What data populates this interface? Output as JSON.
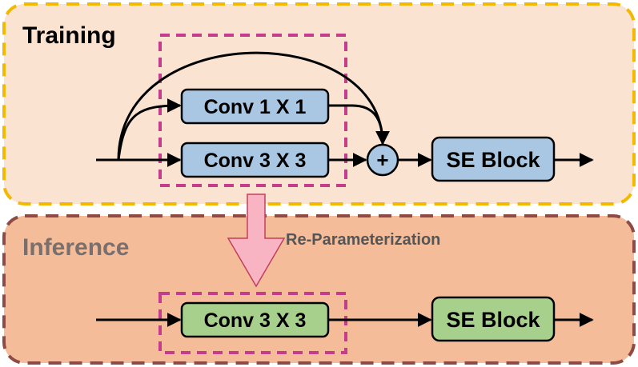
{
  "training": {
    "title": "Training",
    "conv1": "Conv 1 X 1",
    "conv3": "Conv 3 X 3",
    "add_symbol": "+",
    "se_block": "SE Block"
  },
  "transition": {
    "label": "Re-Parameterization"
  },
  "inference": {
    "title": "Inference",
    "conv3": "Conv 3 X 3",
    "se_block": "SE Block"
  },
  "colors": {
    "training_bg": "#fbe3d2",
    "training_border": "#f2b900",
    "inference_bg": "#f4bc99",
    "inference_border": "#8e4a44",
    "blue_box": "#a9c7e2",
    "green_box": "#a8d08d",
    "dashed_magenta": "#c43c8c",
    "arrow_pink": "#f9b4c4",
    "arrow_pink_stroke": "#c0405c"
  }
}
